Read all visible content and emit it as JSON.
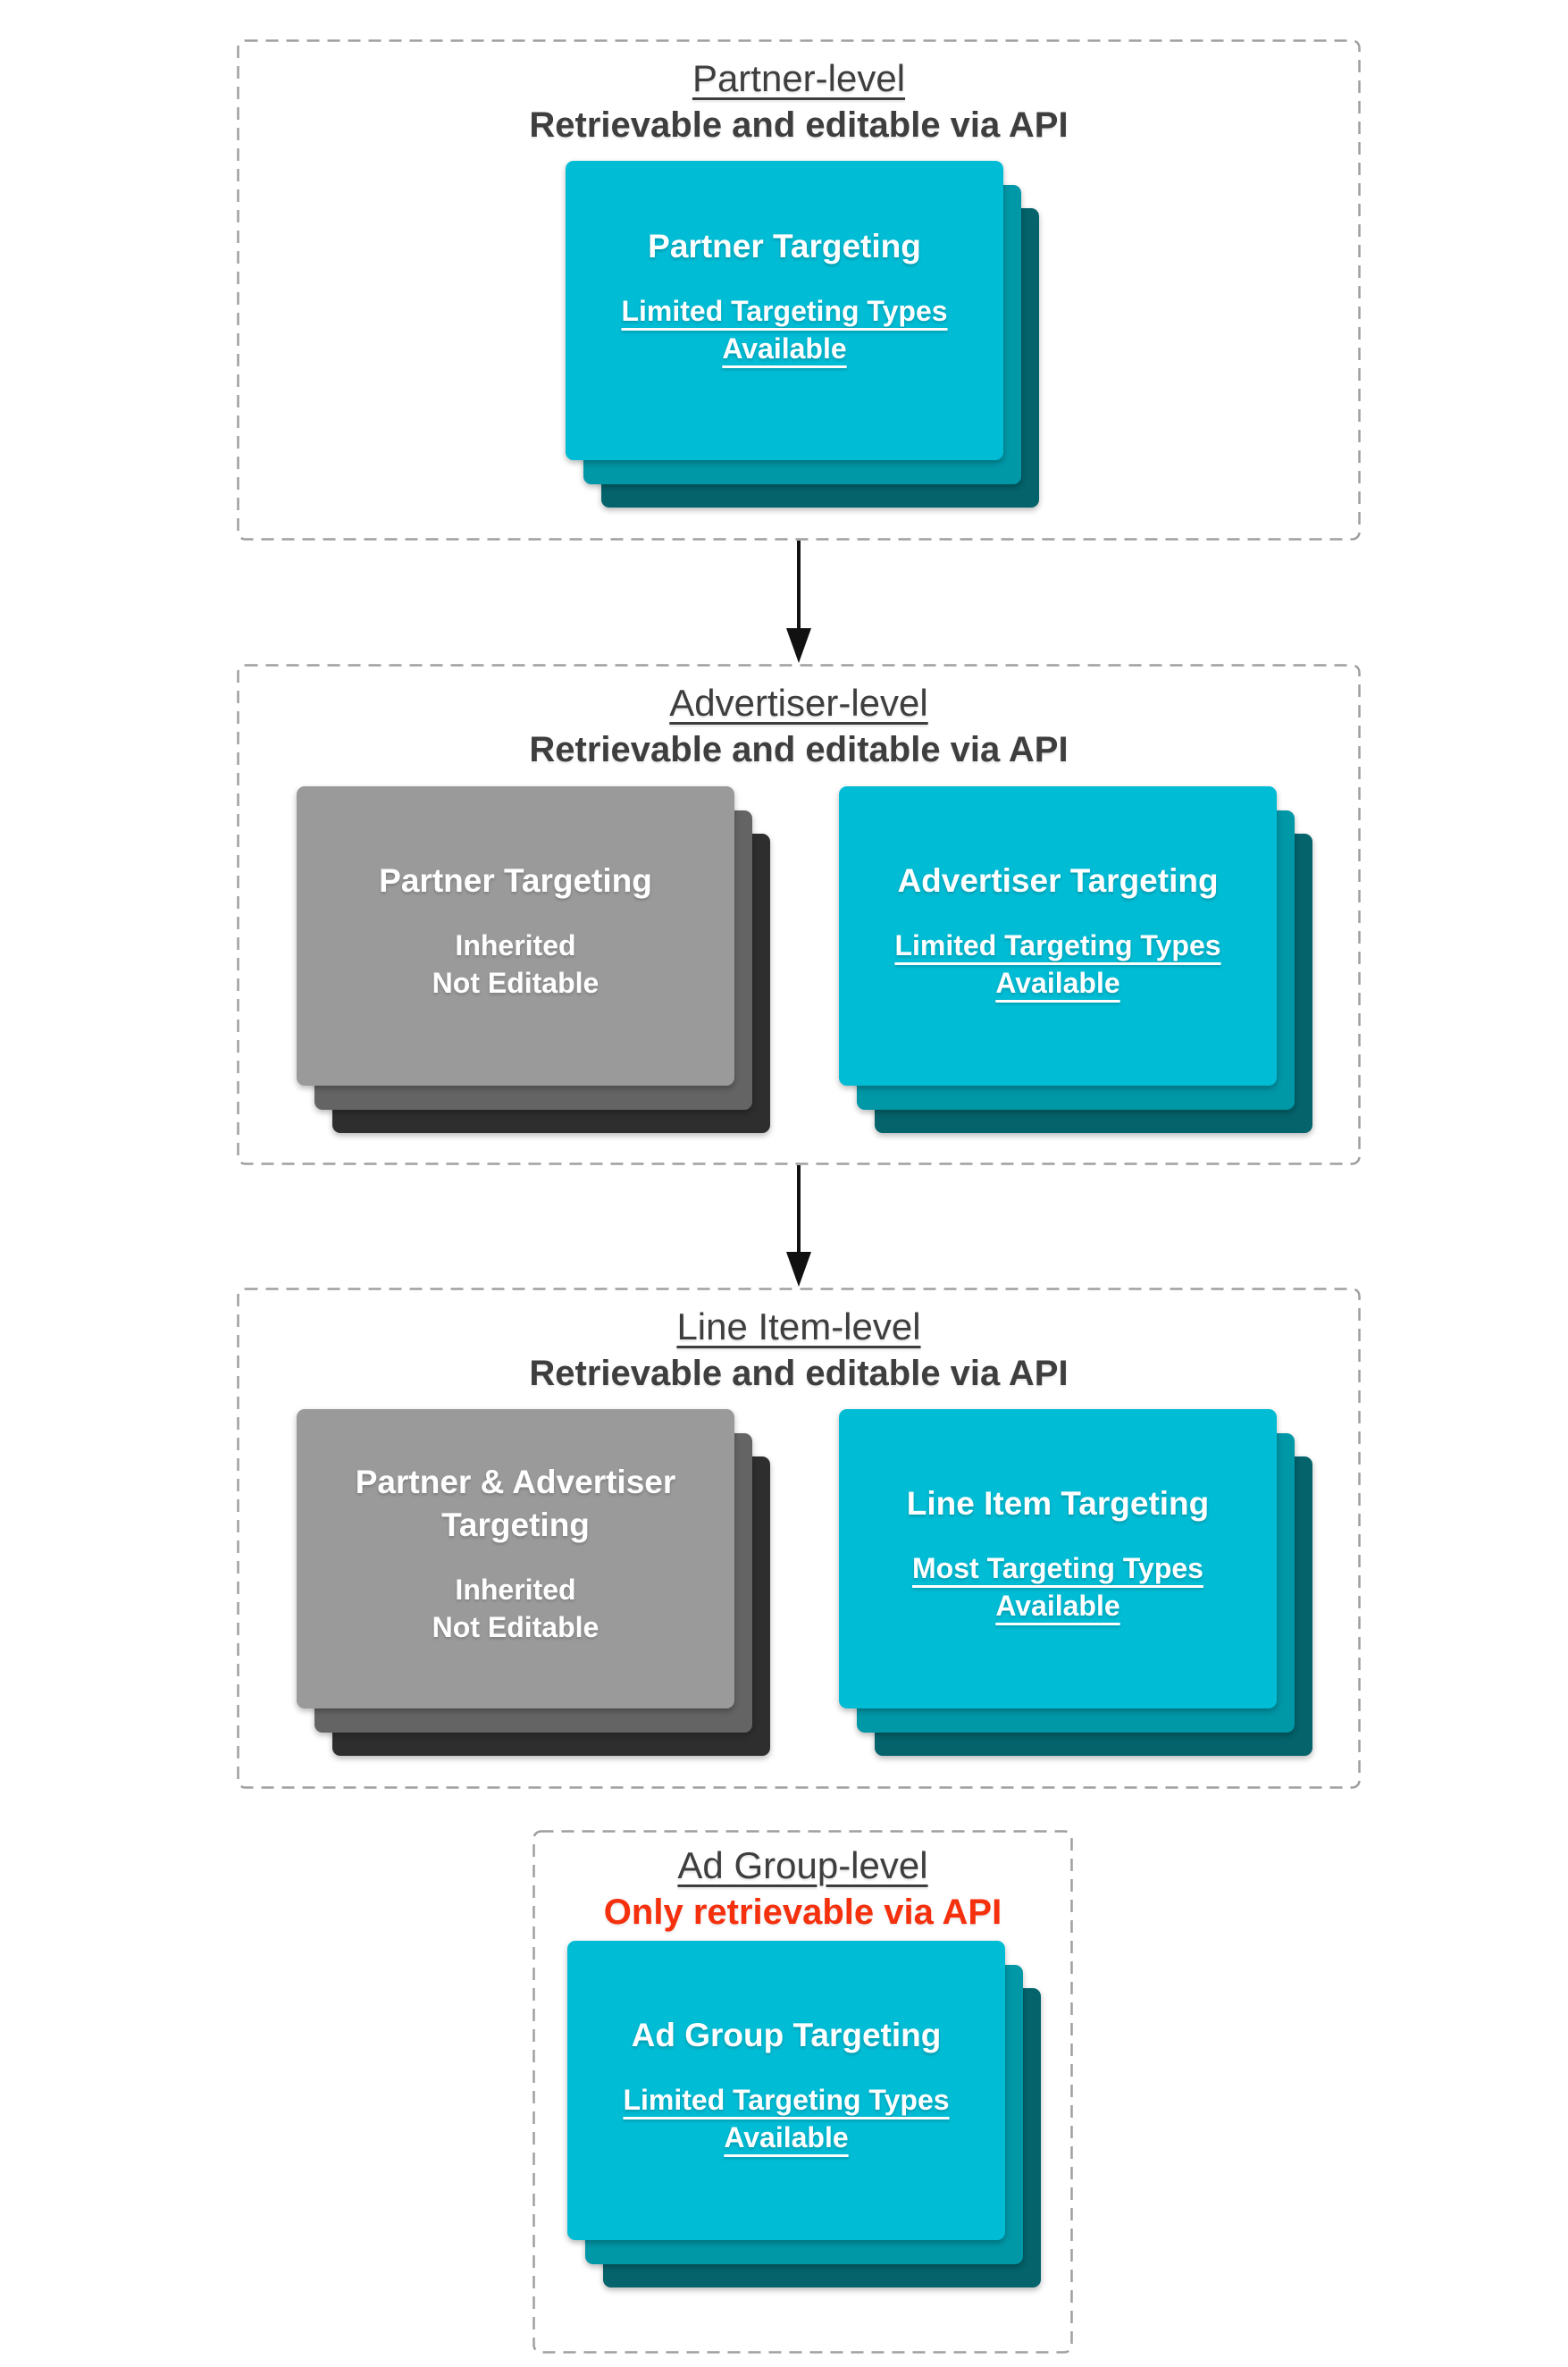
{
  "colors": {
    "teal_front": "#00bcd4",
    "teal_mid": "#0097a7",
    "teal_back": "#04636b",
    "gray_front": "#9a9a9a",
    "gray_mid": "#646464",
    "gray_back": "#2e2e2e",
    "heading": "#3e3e3e",
    "red": "#f5300d",
    "border": "#9f9f9f",
    "arrow": "#111111"
  },
  "sections": [
    {
      "title": "Partner-level",
      "subtitle": "Retrievable and editable via API",
      "subtitle_style": "dark",
      "arrow_after": true,
      "cards": [
        {
          "variant": "teal",
          "title": "Partner Targeting",
          "lines": [
            "Limited Targeting Types",
            "Available"
          ],
          "lines_underlined": true
        }
      ]
    },
    {
      "title": "Advertiser-level",
      "subtitle": "Retrievable and editable via API",
      "subtitle_style": "dark",
      "arrow_after": true,
      "cards": [
        {
          "variant": "gray",
          "title": "Partner Targeting",
          "lines": [
            "Inherited",
            "Not Editable"
          ],
          "lines_underlined": false
        },
        {
          "variant": "teal",
          "title": "Advertiser Targeting",
          "lines": [
            "Limited Targeting Types",
            "Available"
          ],
          "lines_underlined": true
        }
      ]
    },
    {
      "title": "Line Item-level",
      "subtitle": "Retrievable and editable via API",
      "subtitle_style": "dark",
      "arrow_after": false,
      "cards": [
        {
          "variant": "gray",
          "title": "Partner & Advertiser Targeting",
          "lines": [
            "Inherited",
            "Not Editable"
          ],
          "lines_underlined": false
        },
        {
          "variant": "teal",
          "title": "Line Item Targeting",
          "lines": [
            "Most Targeting Types",
            "Available"
          ],
          "lines_underlined": true
        }
      ]
    },
    {
      "title": "Ad Group-level",
      "subtitle": "Only retrievable via API",
      "subtitle_style": "red",
      "arrow_after": false,
      "cards": [
        {
          "variant": "teal",
          "title": "Ad Group Targeting",
          "lines": [
            "Limited Targeting Types",
            "Available"
          ],
          "lines_underlined": true
        }
      ]
    }
  ]
}
